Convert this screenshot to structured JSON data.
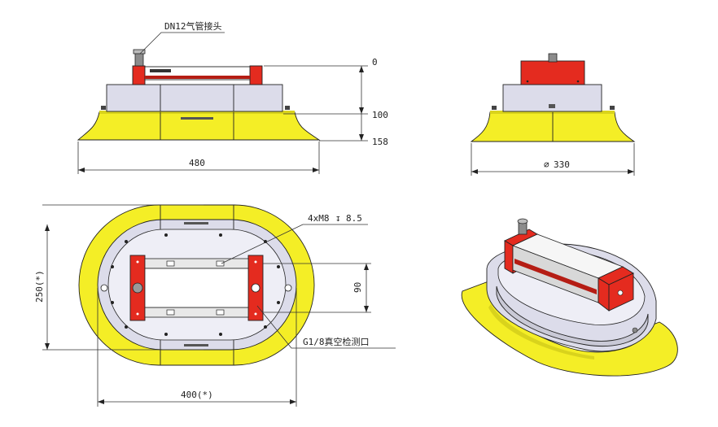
{
  "labels": {
    "air_fitting": "DN12气管接头",
    "level_0": "0",
    "level_100": "100",
    "level_158": "158",
    "width_480": "480",
    "diameter_330": "330",
    "diameter_symbol": "∅",
    "thread_spec": "4xM8",
    "thread_depth_symbol": "↧",
    "thread_depth": "8.5",
    "height_250": "250(*)",
    "width_400": "400(*)",
    "spacing_90": "90",
    "vacuum_port": "G1/8真空检测口"
  },
  "colors": {
    "pad_yellow": "#f4ee26",
    "block_red": "#e42b1f",
    "body_silver": "#dcdcea",
    "line": "#222222"
  }
}
